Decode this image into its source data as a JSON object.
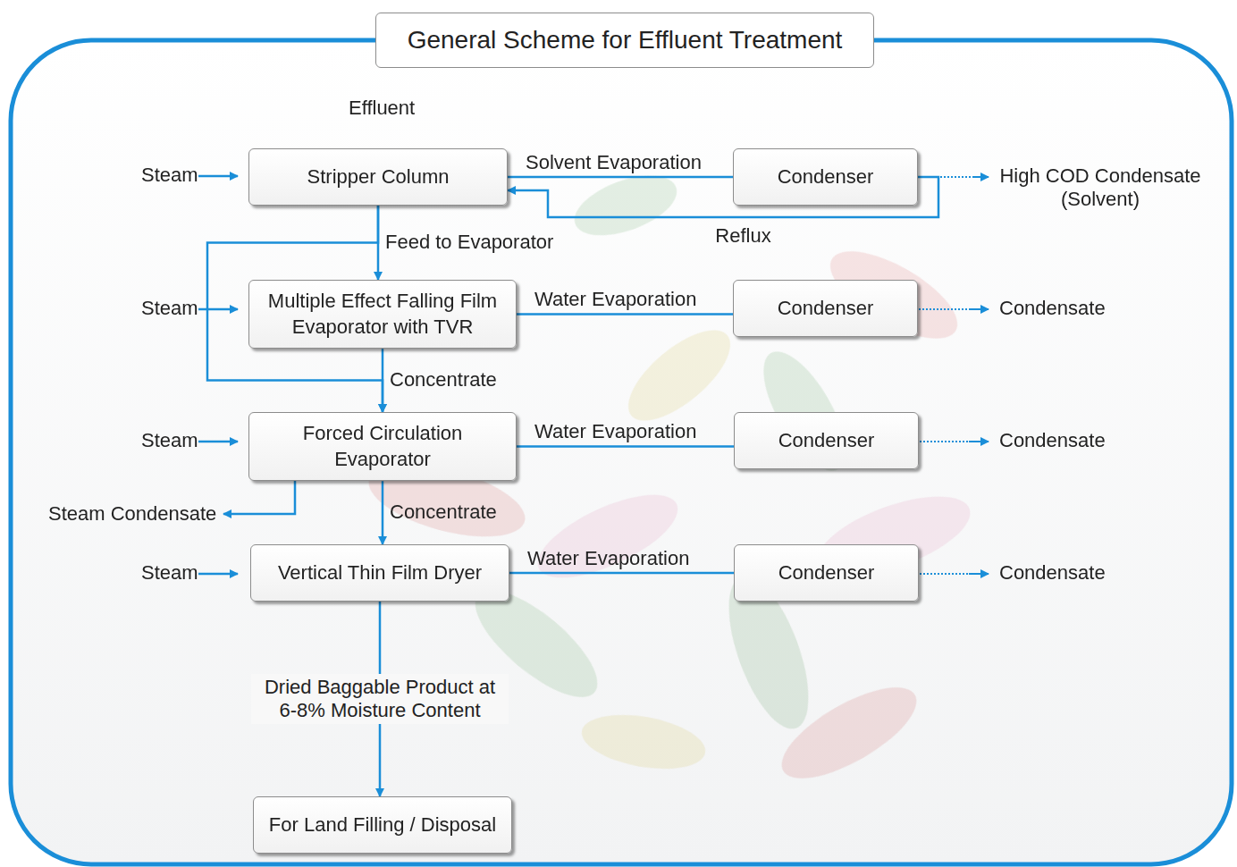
{
  "diagram": {
    "title": "General Scheme for Effluent Treatment",
    "nodes": [
      {
        "text": [
          "Stripper Column"
        ]
      },
      {
        "text": [
          "Condenser"
        ]
      },
      {
        "text": [
          "Multiple Effect Falling Film Evaporator with TVR"
        ]
      },
      {
        "text": [
          "Condenser"
        ]
      },
      {
        "text": [
          "Forced Circulation Evaporator"
        ]
      },
      {
        "text": [
          "Condenser"
        ]
      },
      {
        "text": [
          "Vertical Thin Film Dryer"
        ]
      },
      {
        "text": [
          "Condenser"
        ]
      },
      {
        "text": [
          "For Land Filling / Disposal"
        ]
      }
    ],
    "edges": [
      {
        "from": 0,
        "to": 1,
        "label": "Solvent Evaporation",
        "arrow": "none"
      },
      {
        "from": 1,
        "to": 0,
        "label": "Reflux",
        "arrow": "to"
      },
      {
        "from": 0,
        "to": 2,
        "label": "Feed to Evaporator",
        "arrow": "to"
      },
      {
        "from": 0,
        "to": 4,
        "arrow": "to"
      },
      {
        "from": 2,
        "to": 3,
        "label": "Water Evaporation",
        "arrow": "none"
      },
      {
        "from": 2,
        "to": 4,
        "label": "Concentrate",
        "arrow": "to"
      },
      {
        "from": 4,
        "to": 5,
        "label": "Water Evaporation",
        "arrow": "none"
      },
      {
        "from": 4,
        "to": 6,
        "label": "Concentrate",
        "arrow": "to"
      },
      {
        "from": 6,
        "to": 7,
        "label": "Water Evaporation",
        "arrow": "none"
      },
      {
        "from": 6,
        "to": 8,
        "label": "Dried Baggable Product at 6-8% Moisture Content",
        "arrow": "to"
      }
    ],
    "labels": [
      "Effluent",
      "Steam",
      "High COD Condensate (Solvent)",
      "Steam",
      "Condensate",
      "Steam",
      "Condensate",
      "Steam Condensate",
      "Steam",
      "Condensate"
    ]
  }
}
